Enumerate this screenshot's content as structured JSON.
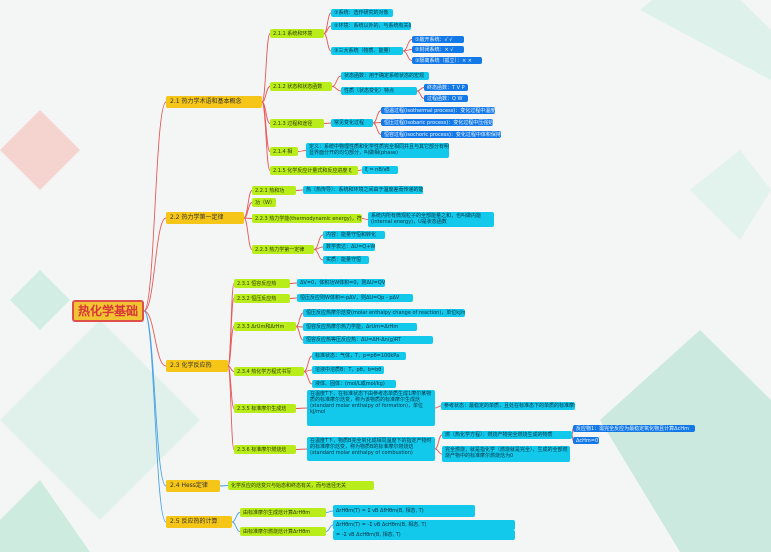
{
  "root": "热化学基础",
  "colors": {
    "root_fill": "#f2c431",
    "root_border": "#e0504a",
    "level1": "#f5c518",
    "level2": "#b9ec1b",
    "level3": "#12c9ec",
    "level4": "#1479e8",
    "line_red": "#e65a5a",
    "line_blue": "#4aa3e8"
  },
  "sec21": {
    "title": "2.1 热力学术语和基本概念",
    "s211": {
      "title": "2.1.1 系统和环境",
      "items": [
        "①系统：选作研究的对象",
        "②环境：系统以外的，与系统有关的",
        "③三大系统（物质、能量）"
      ],
      "sub": [
        "①敞开系统：√ √",
        "②封闭系统：× √",
        "③隔离系统（孤立）：× ×"
      ]
    },
    "s212": {
      "title": "2.1.2 状态和状态函数",
      "items": [
        "状态函数：用于确定系统状态的宏观",
        "性质（状态变化）特点"
      ],
      "sub": [
        "终态函数：T V P",
        "过程函数：Q W"
      ]
    },
    "s213": {
      "title": "2.1.3 过程和途径",
      "item": "常见变化过程",
      "sub": [
        "恒温过程(isothermal process)：变化过程中温度始终不变",
        "恒压过程(isobaric process)：变化过程中压强始终不变",
        "恒容过程(isochoric process)：变化过程中体积保持不变"
      ]
    },
    "s214": {
      "title": "2.1.4 相",
      "item": "定义：系统中物理性质和化学性质完全相同并且与其它部分有明显界面分开的均匀部分，叫做相(phase)"
    },
    "s215": {
      "title": "2.1.5 化学反应计量式和反应进度 ξ",
      "item": "ξ = nB/νB"
    }
  },
  "sec22": {
    "title": "2.2 热力学第一定律",
    "s221": {
      "title": "2.2.1 热和功",
      "item": "热（热传导）：系统和环境之间由于温度差而传递的能量"
    },
    "s222": {
      "title": "功（W）"
    },
    "s223": {
      "title": "2.2.3 热力学能(thermodynamic energy)，符号U",
      "item": "系统内所有微观粒子的全部能量之和，也叫做内能(internal energy)，U是状态函数"
    },
    "s224": {
      "title": "2.2.3 热力学第一定律",
      "items": [
        "内容：能量守恒和转化",
        "数学表达：ΔU=Q+W",
        "实质：能量守恒"
      ]
    }
  },
  "sec23": {
    "title": "2.3 化学反应热",
    "s231": {
      "title": "2.3.1 恒容反应热",
      "item": "ΔV=0，体积功W体积=0，则ΔU=QV"
    },
    "s232": {
      "title": "2.3.2 恒压反应热",
      "item": "恒压反应则W体积=-pΔV，则ΔU=Qp - pΔV"
    },
    "s233": {
      "title": "2.3.3 ΔrUm和ΔrHm",
      "items": [
        "恒压反应热摩尔焓变(molar enthalpy change of reaction)，单位kJ/mol",
        "恒容反应热摩尔热力学能，ΔrUm=ΔrHm",
        "恒容反应热等压反应热：ΔU=ΔH-Δn(g)RT"
      ]
    },
    "s234": {
      "title": "2.3.4 热化学方程式书写",
      "items": [
        "标准状态：气体，T，p=pθ=100kPa",
        "溶液中溶质B：T，pθ，b=bθ",
        "液体、固体：(mol/L或mol/kg)"
      ]
    },
    "s235": {
      "title": "2.3.5 标准摩尔生成焓",
      "item": "在温度T下，在标准状态下由参考态单质生成1摩尔某物质的标准摩尔焓变，称为该物质的标准摩尔生成焓(standard molar enthalpy of formation)，单位kJ/mol",
      "sub": "参考状态：最稳定的单质，且处在标准态下的单质的标准摩尔生成焓为0"
    },
    "s236": {
      "title": "2.3.6 标准摩尔燃烧焓",
      "item": "在温度T下，物质B完全氧化成相同温度下的指定产物时的标准摩尔焓变，称为物质B的标准摩尔燃烧焓(standard molar enthalpy of combustion)",
      "sub": [
        "燃（热化学方程）：燃烧产物完全燃烧生成的物质",
        "完全燃烧，就是指化学（燃烧就是完全），生成的全部燃烧产物中的标准摩尔燃烧焓为0"
      ],
      "sub2": [
        "反应物1：需完全反应为最稳定氧化物且计算ΔcHm",
        "ΔcHm=0"
      ]
    }
  },
  "sec24": {
    "title": "2.4 Hess定律",
    "item": "化学反应的焓变只与始态和终态有关，而与途径无关"
  },
  "sec25": {
    "title": "2.5 反应热的计算",
    "items": [
      "由标准摩尔生成焓计算ΔrHθm",
      "由标准摩尔燃烧焓计算ΔrHθm"
    ],
    "formulas": [
      "ΔrHθm(T) = Σ νB ΔfHθm(B, 相态, T)",
      "ΔrHθm(T) = -Σ νB ΔcHθm(B, 相态, T)",
      "= -Σ νB ΔcHθm(B, 相态, T)"
    ]
  }
}
